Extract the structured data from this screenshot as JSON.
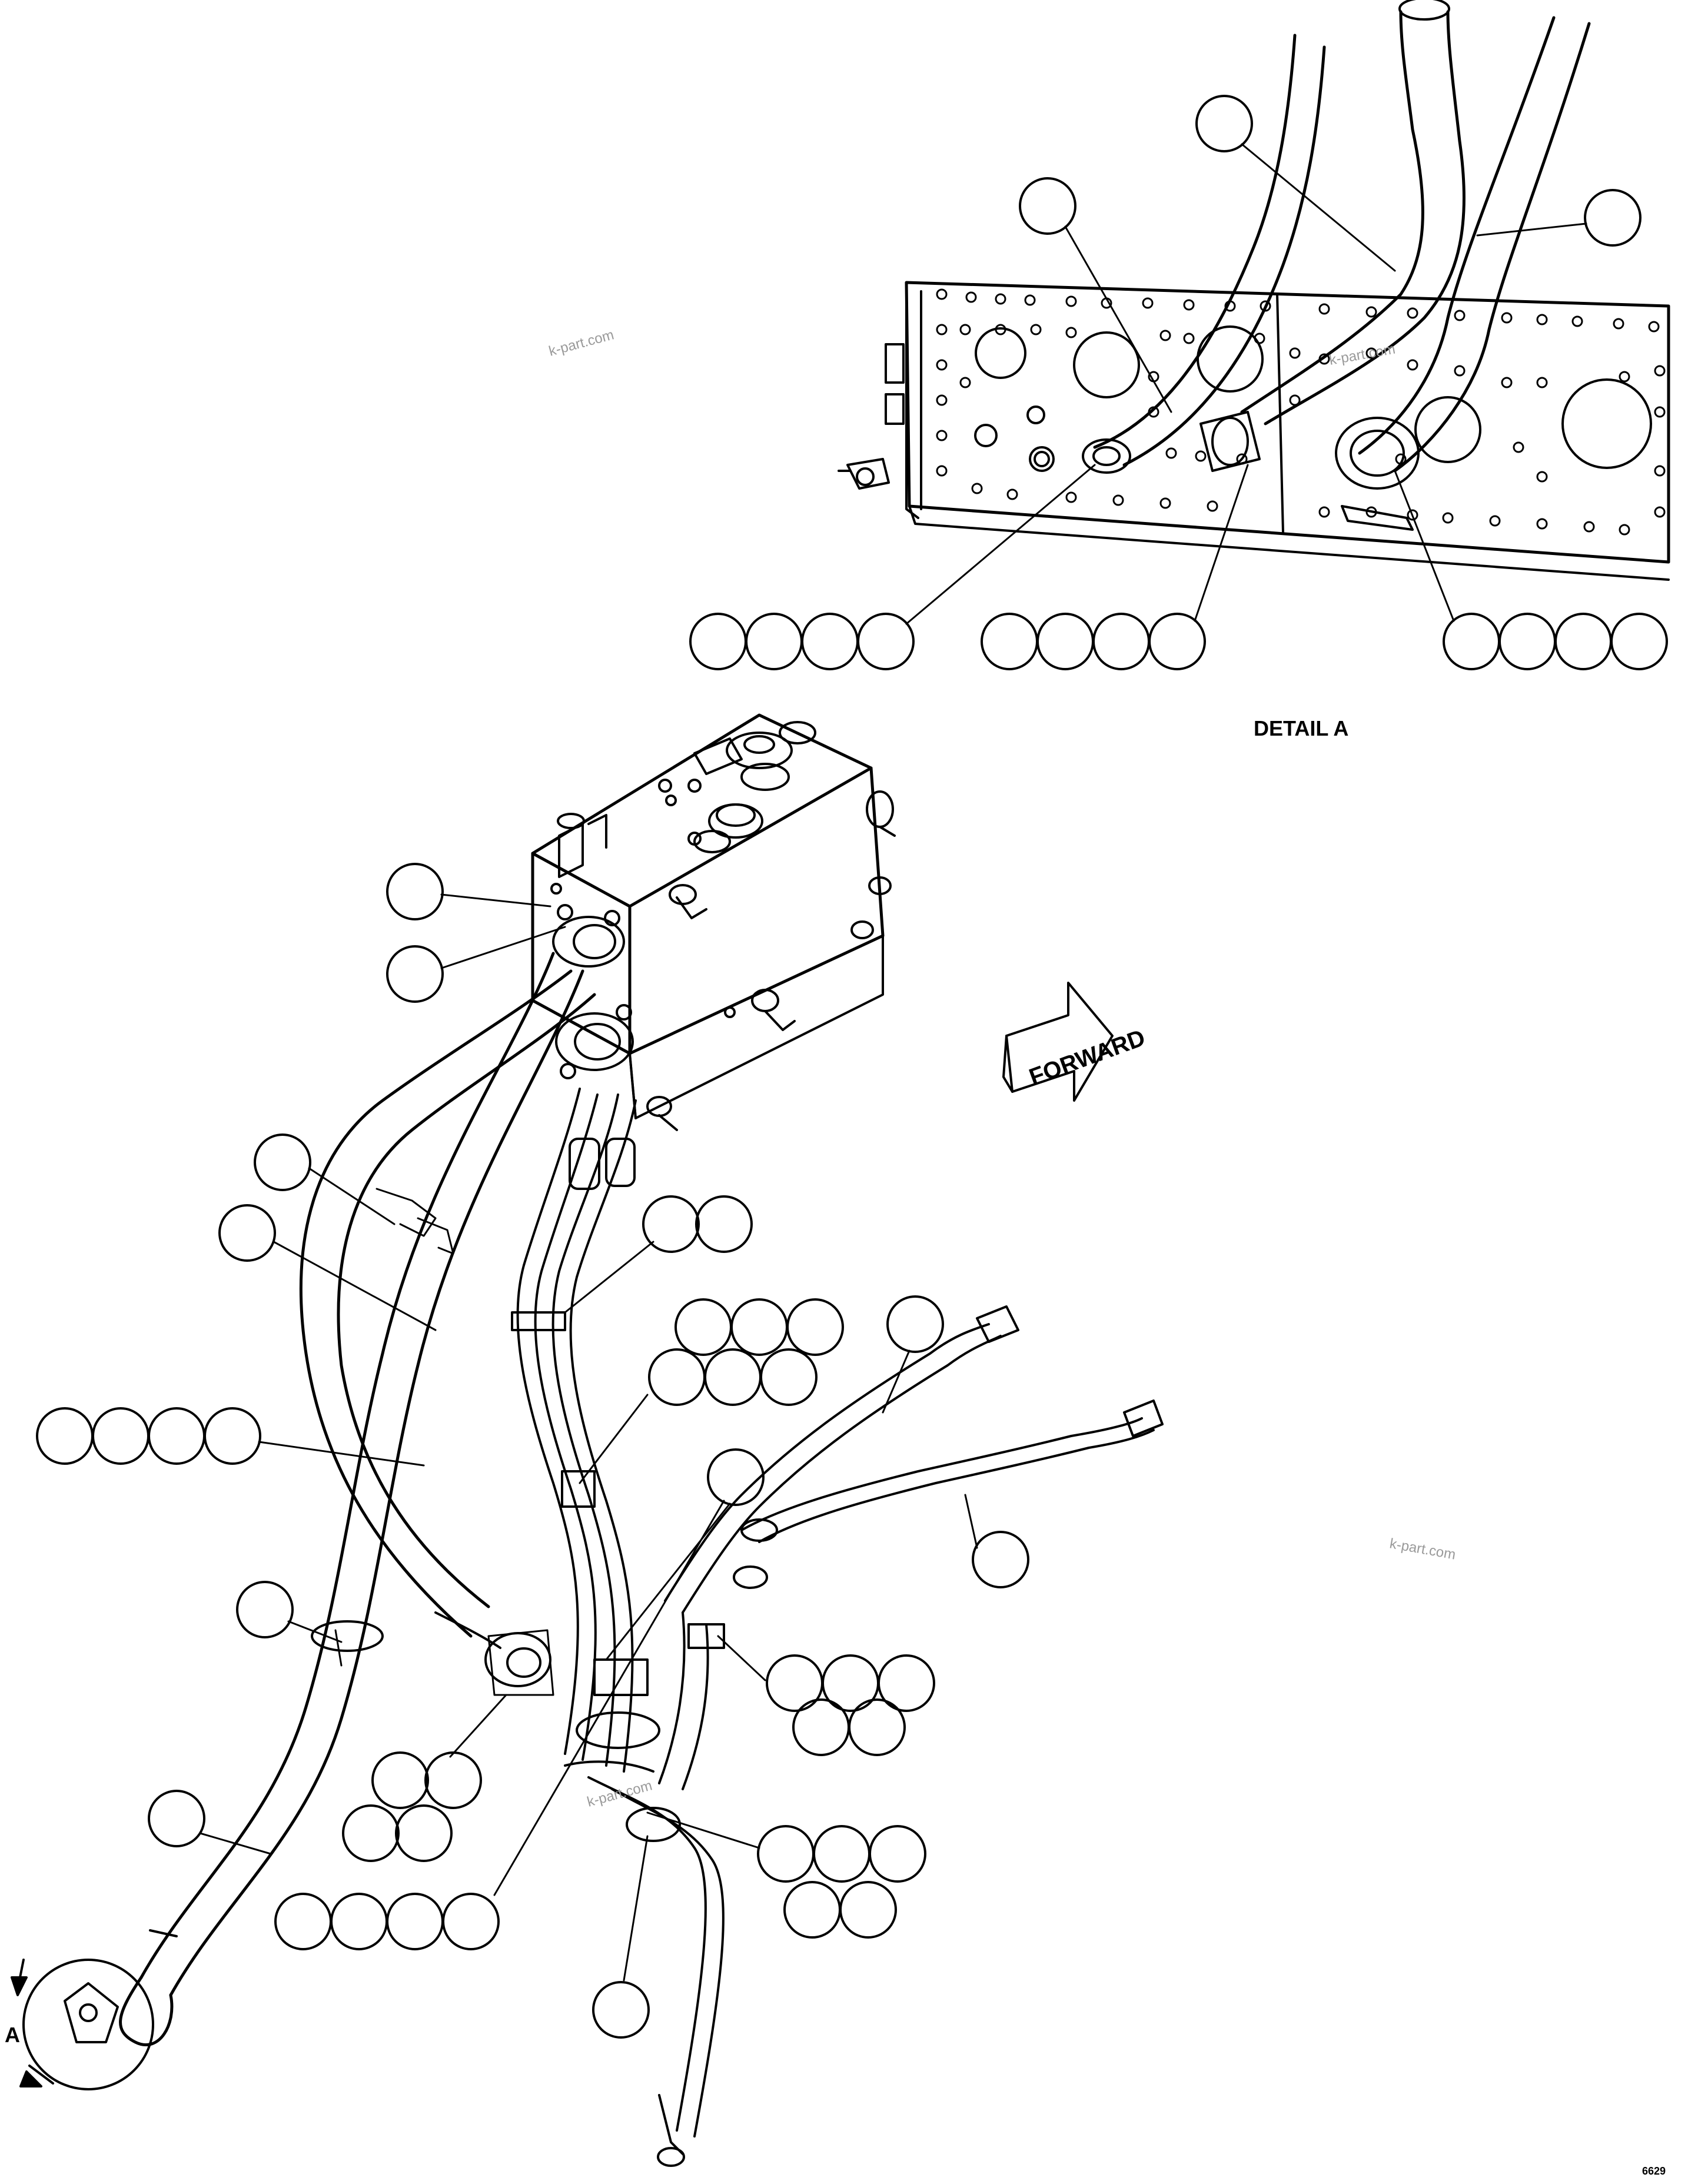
{
  "detail_label": "DETAIL A",
  "forward_label": "FORWARD",
  "view_marker": "A",
  "figure_number": "6629",
  "watermark": "k-part.com",
  "colors": {
    "line": "#000000",
    "paper": "#ffffff",
    "watermark": "#9a9a9a"
  },
  "callouts_note": "callout balloons are empty circles (no printed numbers)"
}
